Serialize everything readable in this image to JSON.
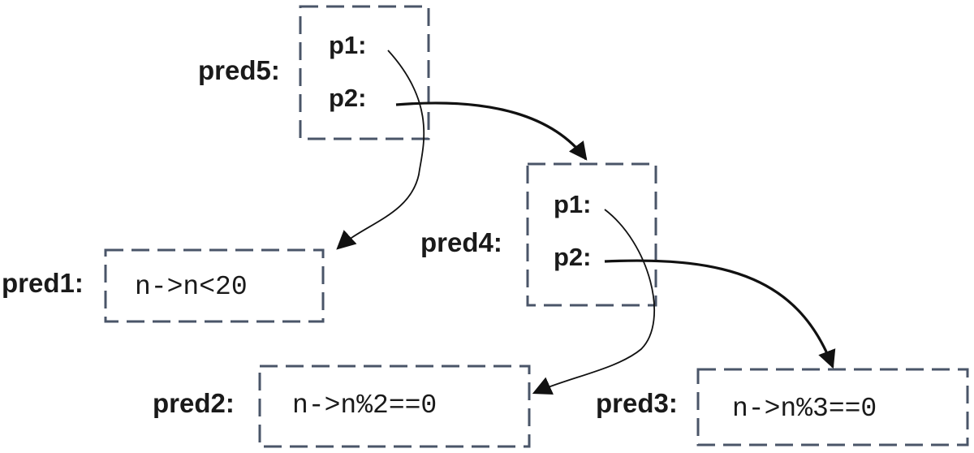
{
  "nodes": {
    "pred5": {
      "name": "pred5:",
      "p1": "p1:",
      "p2": "p2:"
    },
    "pred4": {
      "name": "pred4:",
      "p1": "p1:",
      "p2": "p2:"
    },
    "pred1": {
      "name": "pred1:",
      "expr": "n->n<20"
    },
    "pred2": {
      "name": "pred2:",
      "expr": "n->n%2==0"
    },
    "pred3": {
      "name": "pred3:",
      "expr": "n->n%3==0"
    }
  }
}
